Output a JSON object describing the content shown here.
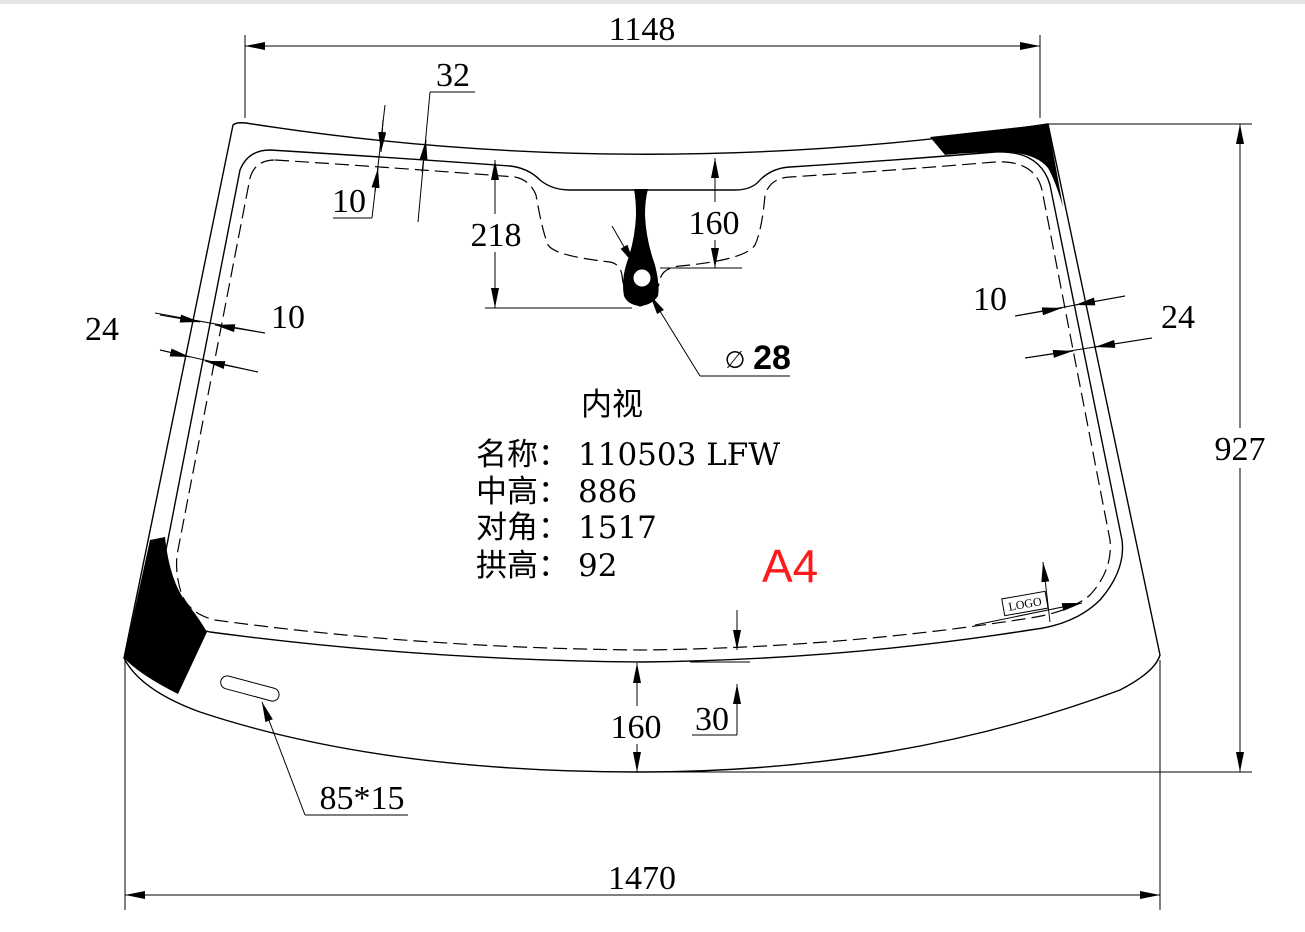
{
  "drawing": {
    "view_label": "内视",
    "specs": [
      {
        "label": "名称：",
        "value": "110503 LFW"
      },
      {
        "label": "中高：",
        "value": "886"
      },
      {
        "label": "对角：",
        "value": "1517"
      },
      {
        "label": "拱高：",
        "value": "92"
      }
    ],
    "variant_tag": "A4",
    "variant_color": "#ff1a1a",
    "logo_text": "LOGO",
    "dimensions": {
      "top_width": "1148",
      "bottom_width": "1470",
      "height": "927",
      "top_band": "32",
      "top_offset": "10",
      "mirror_mount_depth": "218",
      "mirror_notch_height": "160",
      "mirror_hole": "28",
      "hole_symbol": "∅",
      "left_band": "24",
      "left_offset": "10",
      "right_offset": "10",
      "right_band": "24",
      "bottom_band": "160",
      "bottom_offset": "30",
      "slot_size": "85*15"
    }
  }
}
